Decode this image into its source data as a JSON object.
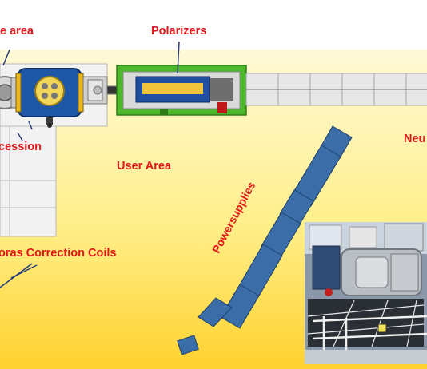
{
  "labels": {
    "sample_area": "le area",
    "polarizers": "Polarizers",
    "precession": "cession",
    "user_area": "User Area",
    "neutron": "Neu",
    "correction_coils": "oras Correction Coils",
    "powersupplies": "Powersupplies"
  },
  "colors": {
    "label_red": "#e0181c",
    "power_supply_blue": "#3b6ea8",
    "polarizer_green": "#4db82b",
    "magnet_blue": "#1e57a6",
    "floor_yellow": "#ffd12e"
  }
}
